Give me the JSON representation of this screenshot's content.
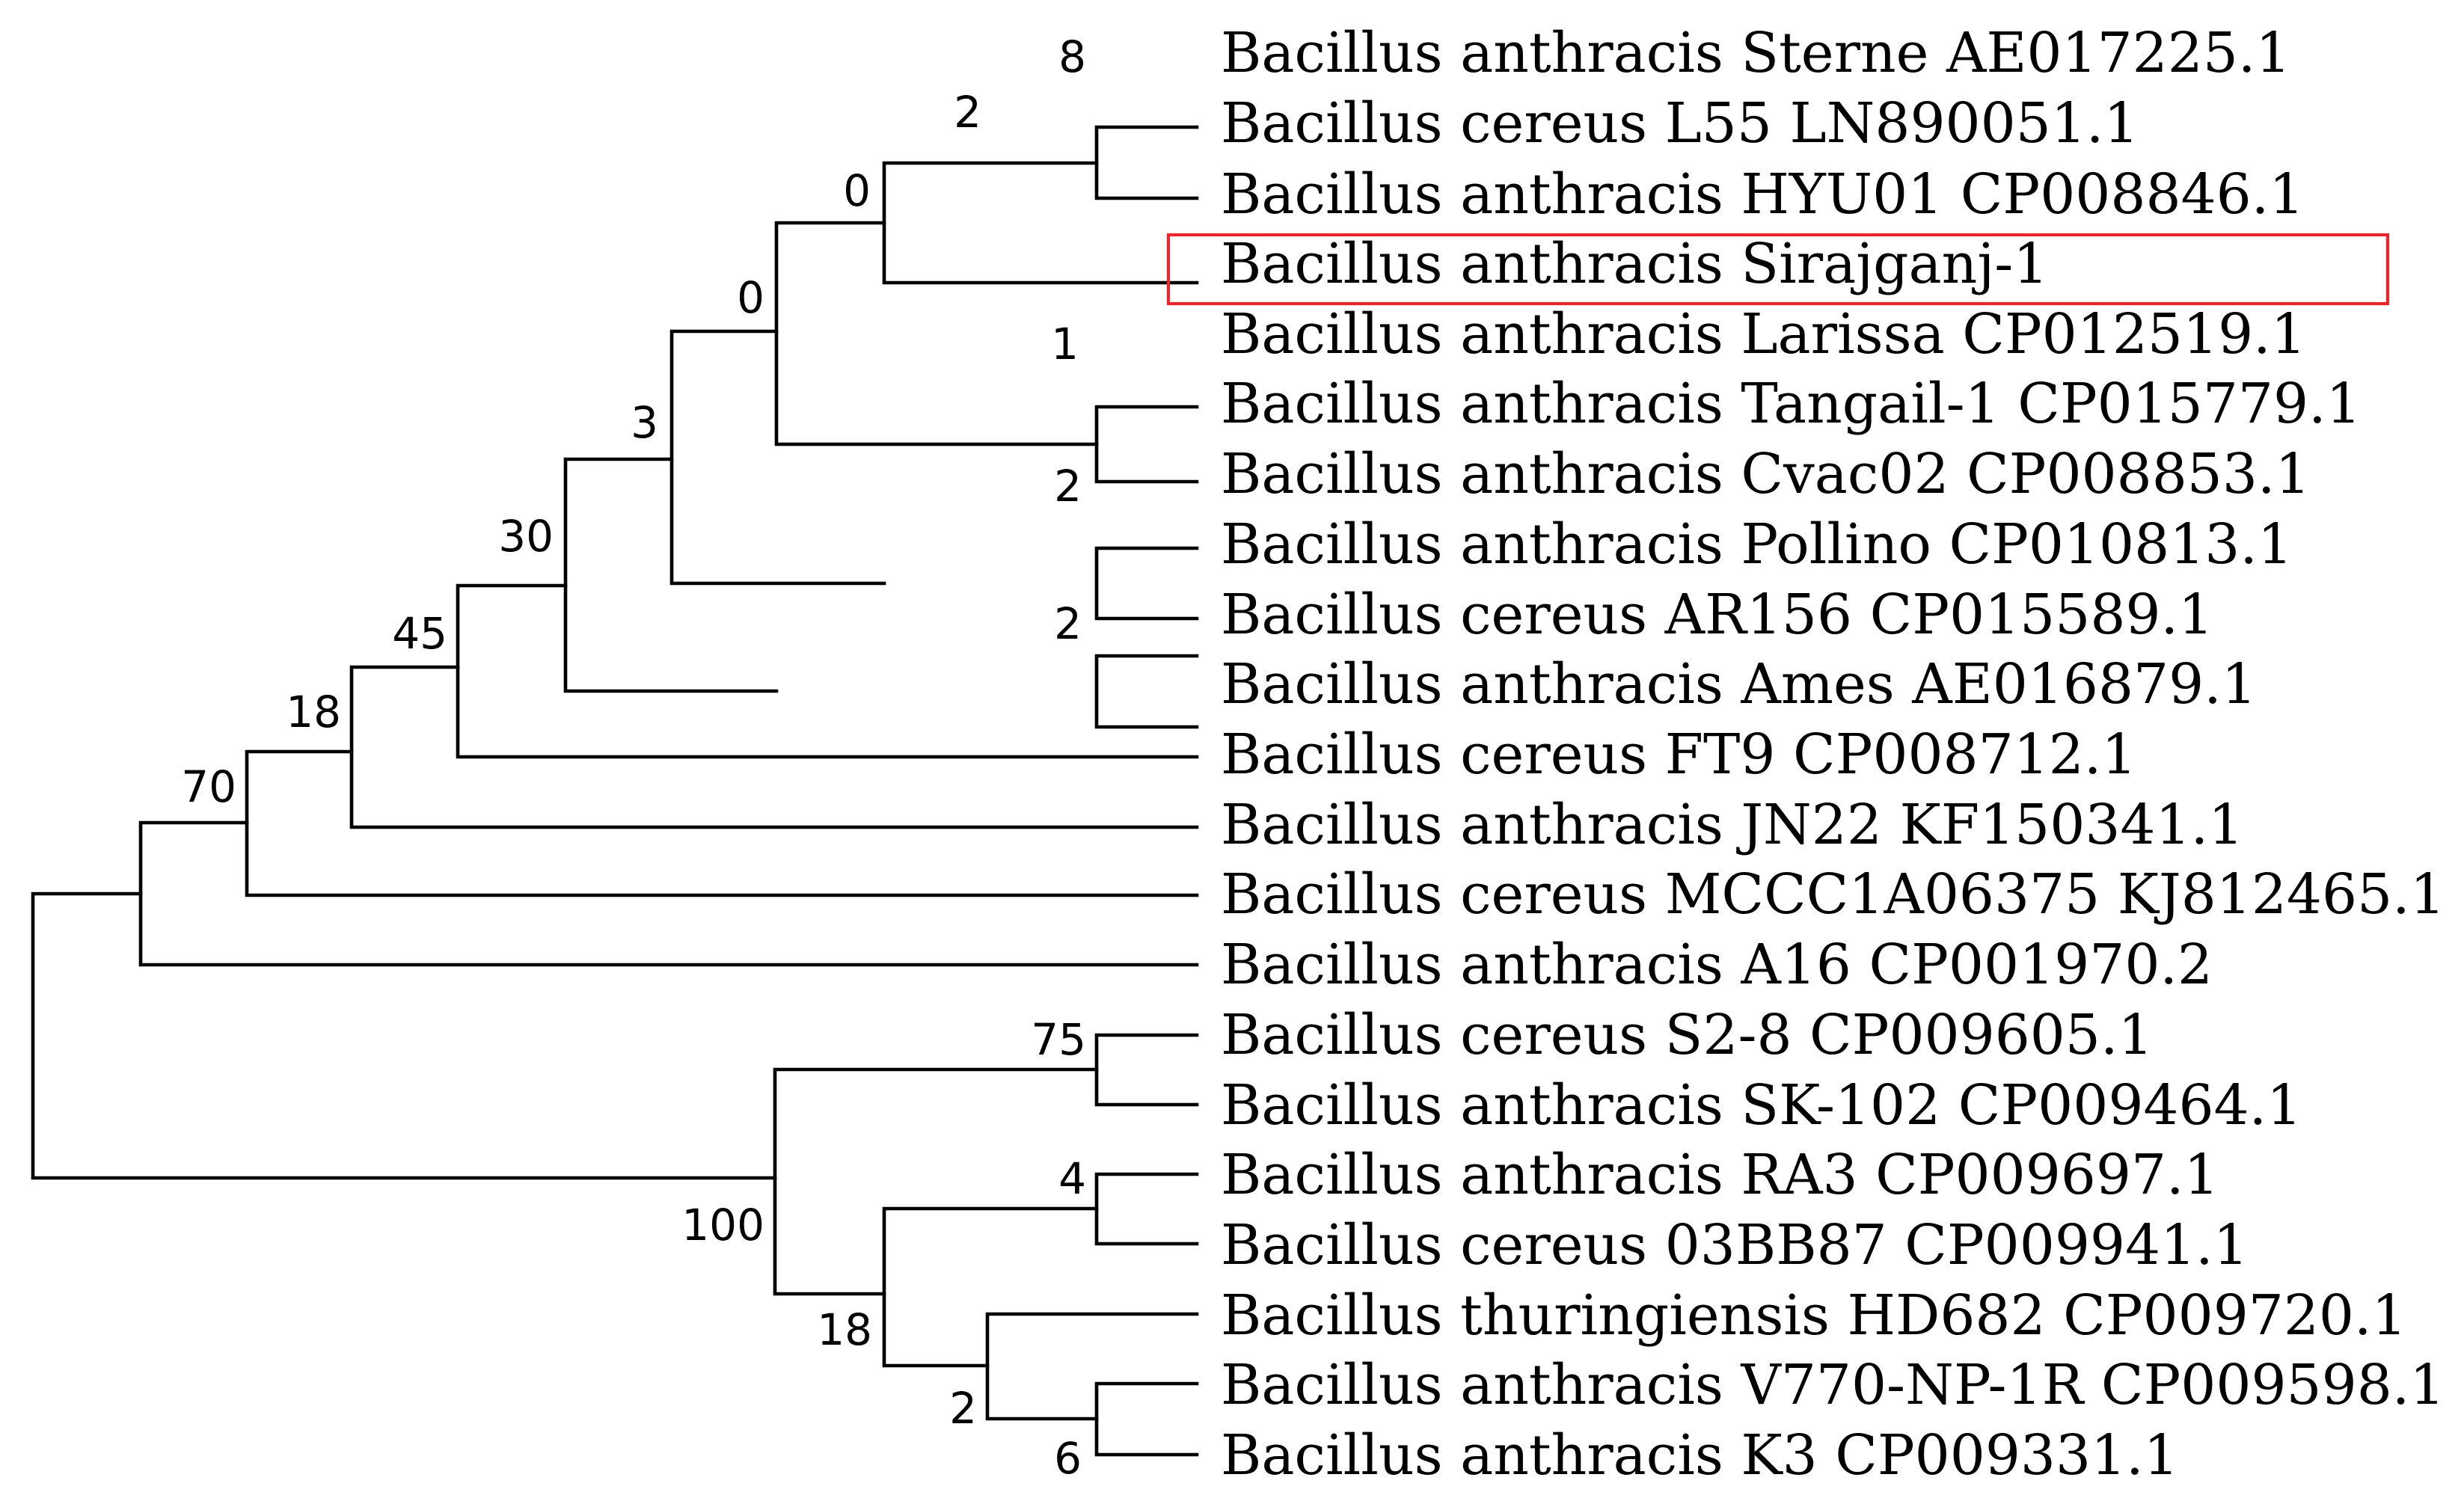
{
  "tree": {
    "taxa": [
      "Bacillus anthracis Sterne AE017225.1",
      "Bacillus cereus L55 LN890051.1",
      "Bacillus anthracis HYU01 CP008846.1",
      "Bacillus anthracis Sirajganj-1",
      "Bacillus anthracis Larissa CP012519.1",
      "Bacillus anthracis Tangail-1 CP015779.1",
      "Bacillus anthracis Cvac02 CP008853.1",
      "Bacillus anthracis Pollino CP010813.1",
      "Bacillus cereus AR156 CP015589.1",
      "Bacillus anthracis Ames AE016879.1",
      "Bacillus cereus FT9 CP008712.1",
      "Bacillus anthracis JN22 KF150341.1",
      "Bacillus cereus MCCC1A06375 KJ812465.1",
      "Bacillus anthracis A16 CP001970.2",
      "Bacillus cereus S2-8 CP009605.1",
      "Bacillus anthracis SK-102 CP009464.1",
      "Bacillus anthracis RA3 CP009697.1",
      "Bacillus cereus 03BB87 CP009941.1",
      "Bacillus thuringiensis HD682 CP009720.1",
      "Bacillus anthracis V770-NP-1R CP009598.1",
      "Bacillus anthracis K3 CP009331.1"
    ],
    "bootstrap": [
      "8",
      "2",
      "0",
      "1",
      "0",
      "2",
      "2",
      "3",
      "30",
      "45",
      "18",
      "70",
      "75",
      "4",
      "6",
      "2",
      "18",
      "100"
    ],
    "highlighted_taxon": "Bacillus anthracis Sirajganj-1",
    "highlight_color": "#e8262b",
    "line_color": "#000000"
  }
}
